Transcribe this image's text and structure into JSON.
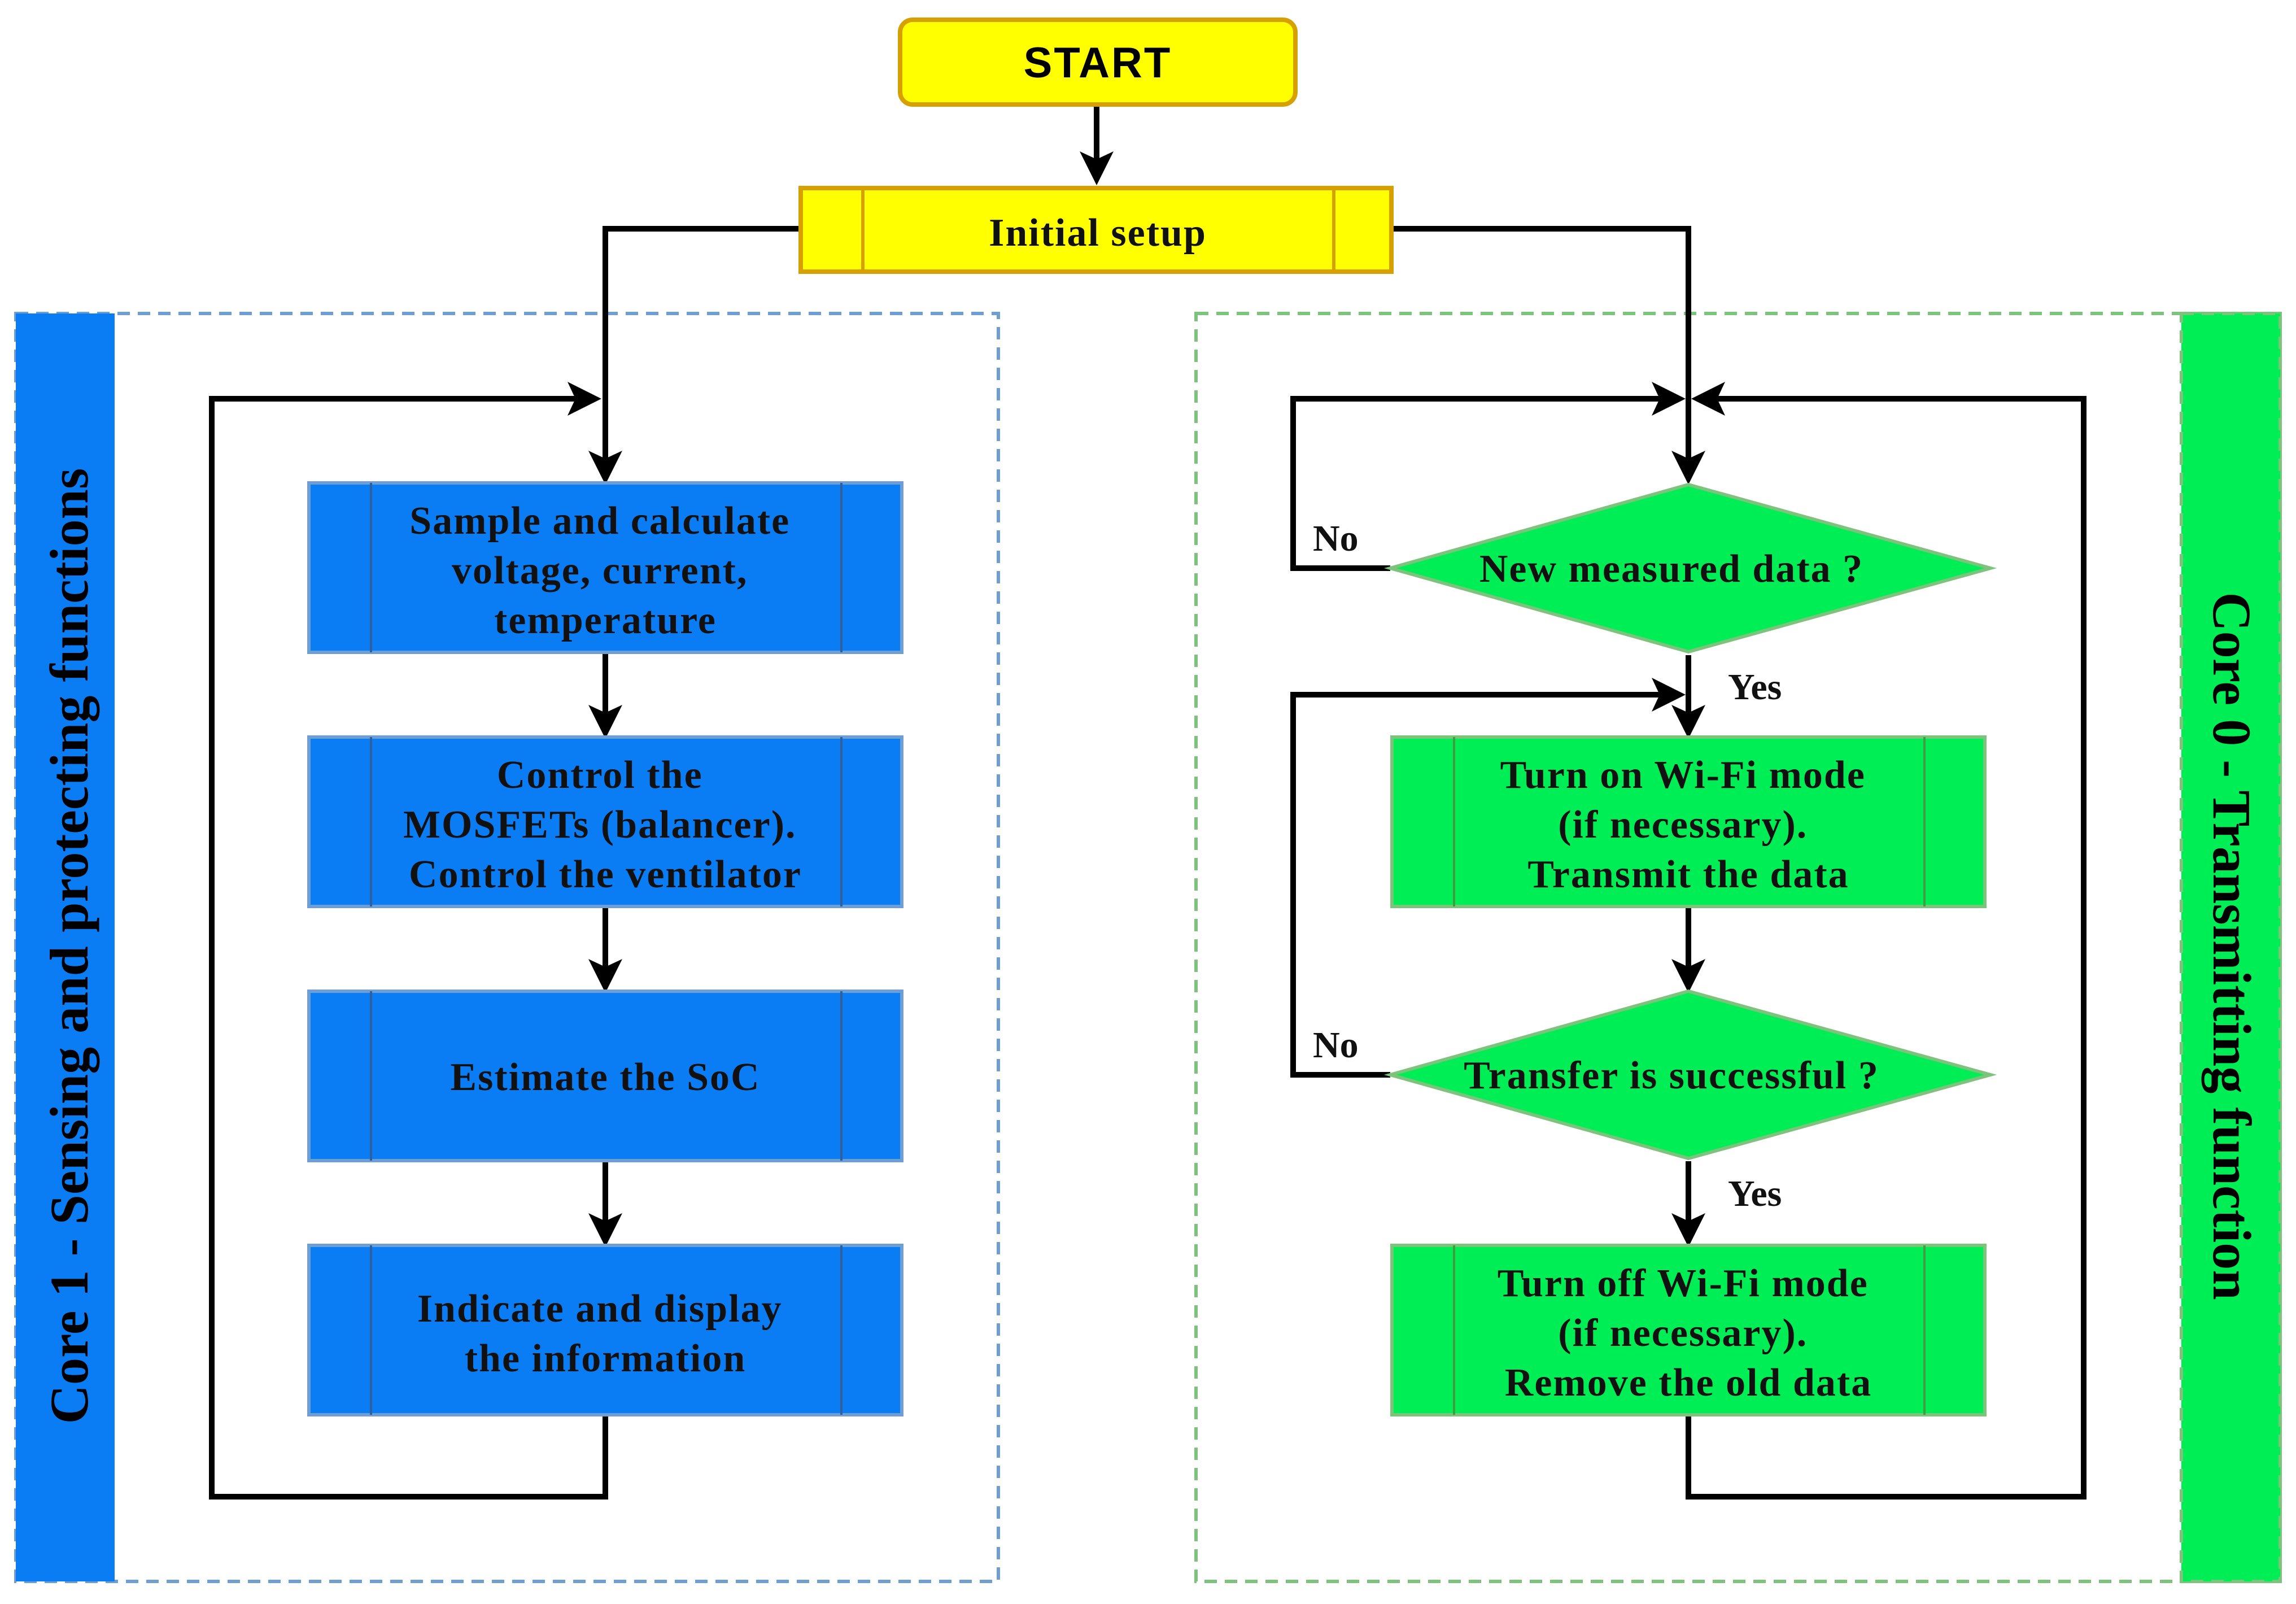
{
  "start": {
    "label": "START"
  },
  "setup": {
    "label": "Initial setup"
  },
  "core1": {
    "title": "Core 1 - Sensing and protecting functions",
    "steps": [
      {
        "lines": [
          "Sample and calculate",
          "voltage, current,",
          "temperature"
        ]
      },
      {
        "lines": [
          "Control the",
          "MOSFETs (balancer).",
          "Control the ventilator"
        ]
      },
      {
        "lines": [
          "Estimate the SoC"
        ]
      },
      {
        "lines": [
          "Indicate and display",
          "the information"
        ]
      }
    ]
  },
  "core0": {
    "title": "Core 0 - Transmitting function",
    "decision1": {
      "label": "New measured data ?",
      "no": "No",
      "yes": "Yes"
    },
    "step1": {
      "lines": [
        "Turn on Wi-Fi mode",
        "(if necessary).",
        "Transmit the data"
      ]
    },
    "decision2": {
      "label": "Transfer is successful ?",
      "no": "No",
      "yes": "Yes"
    },
    "step2": {
      "lines": [
        "Turn off Wi-Fi mode",
        "(if necessary).",
        "Remove the old data"
      ]
    }
  },
  "colors": {
    "start_fill": "#ffff00",
    "start_stroke": "#d6a000",
    "core1_fill": "#0a7df5",
    "core1_stroke": "#6f9fd2",
    "core0_fill": "#00ee55",
    "core0_stroke": "#7cc47c"
  }
}
